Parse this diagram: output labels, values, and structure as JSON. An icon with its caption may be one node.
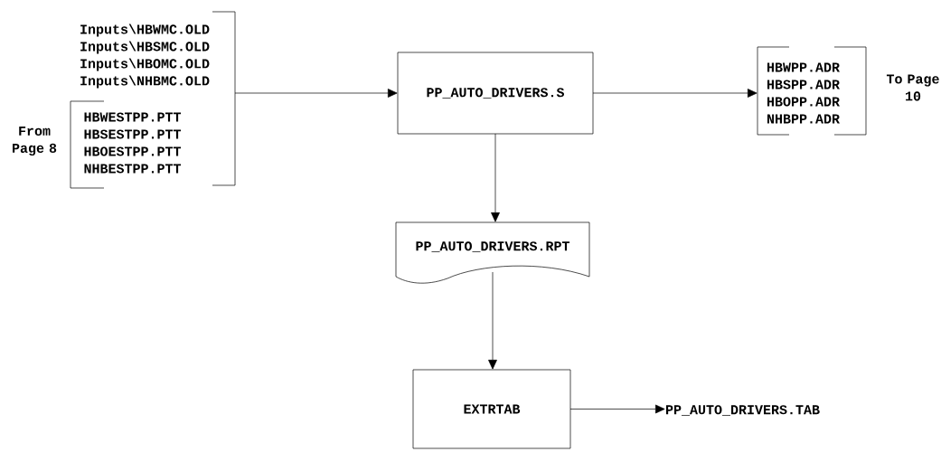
{
  "diagram": {
    "nodes": [
      {
        "text": [
          "Inputs\\HBWMC.OLD Inputs\\HBSMC.OLD Inputs\\HBOMC.OLD Inputs\\NHBMC.OLD",
          "HBWESTPP.PTT HBSESTPP.PTT HBOESTPP.PTT NHBESTPP.PTT"
        ],
        "beside": [
          "From Page 8"
        ]
      },
      {
        "text": [
          "PP_AUTO_DRIVERS.S"
        ]
      },
      {
        "text": [
          "HBWPP.ADR HBSPP.ADR HBOPP.ADR NHBPP.ADR"
        ],
        "beside": [
          "To Page 10"
        ]
      },
      {
        "text": [
          "PP_AUTO_DRIVERS.RPT"
        ]
      },
      {
        "text": [
          "EXTRTAB"
        ]
      },
      {
        "text": [
          "PP_AUTO_DRIVERS.TAB"
        ]
      }
    ],
    "edges": [
      {
        "from": 0,
        "to": 1,
        "arrow": "to"
      },
      {
        "from": 1,
        "to": 2,
        "arrow": "to"
      },
      {
        "from": 1,
        "to": 3,
        "arrow": "to"
      },
      {
        "from": 3,
        "to": 4,
        "arrow": "to"
      },
      {
        "from": 4,
        "to": 5,
        "arrow": "to"
      }
    ]
  }
}
